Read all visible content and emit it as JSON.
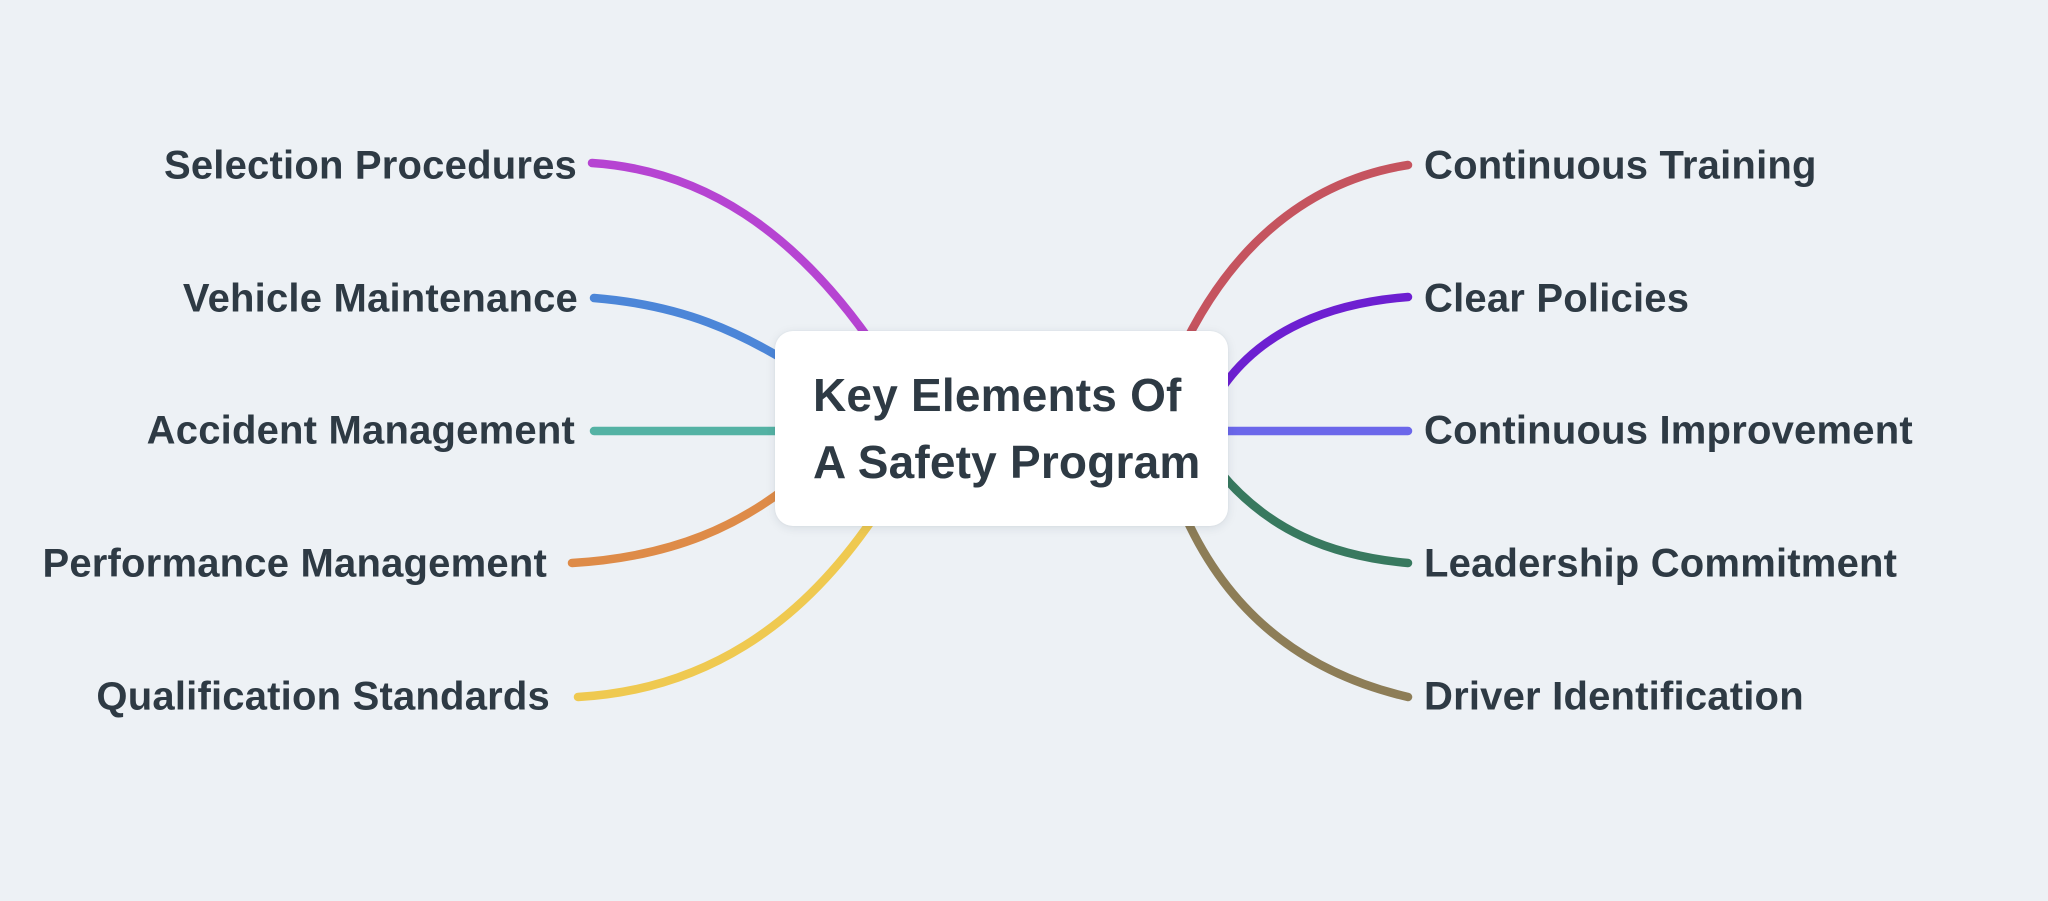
{
  "page": {
    "background_color": "#edf1f5",
    "text_color": "#2e3a44",
    "node_background": "#ffffff"
  },
  "center_node": {
    "title": "Key Elements Of A Safety Program",
    "line1": "Key Elements Of",
    "line2": "A Safety Program"
  },
  "branches": {
    "left": [
      {
        "label": "Selection Procedures",
        "color": "#b644d2"
      },
      {
        "label": "Vehicle Maintenance",
        "color": "#4c86d8"
      },
      {
        "label": "Accident Management",
        "color": "#54b2a4"
      },
      {
        "label": "Performance Management",
        "color": "#de8b48"
      },
      {
        "label": "Qualification Standards",
        "color": "#efc950"
      }
    ],
    "right": [
      {
        "label": "Continuous Training",
        "color": "#c5545f"
      },
      {
        "label": "Clear Policies",
        "color": "#6d1fd1"
      },
      {
        "label": "Continuous Improvement",
        "color": "#6b67ea"
      },
      {
        "label": "Leadership Commitment",
        "color": "#38795f"
      },
      {
        "label": "Driver Identification",
        "color": "#8d7d57"
      }
    ]
  }
}
